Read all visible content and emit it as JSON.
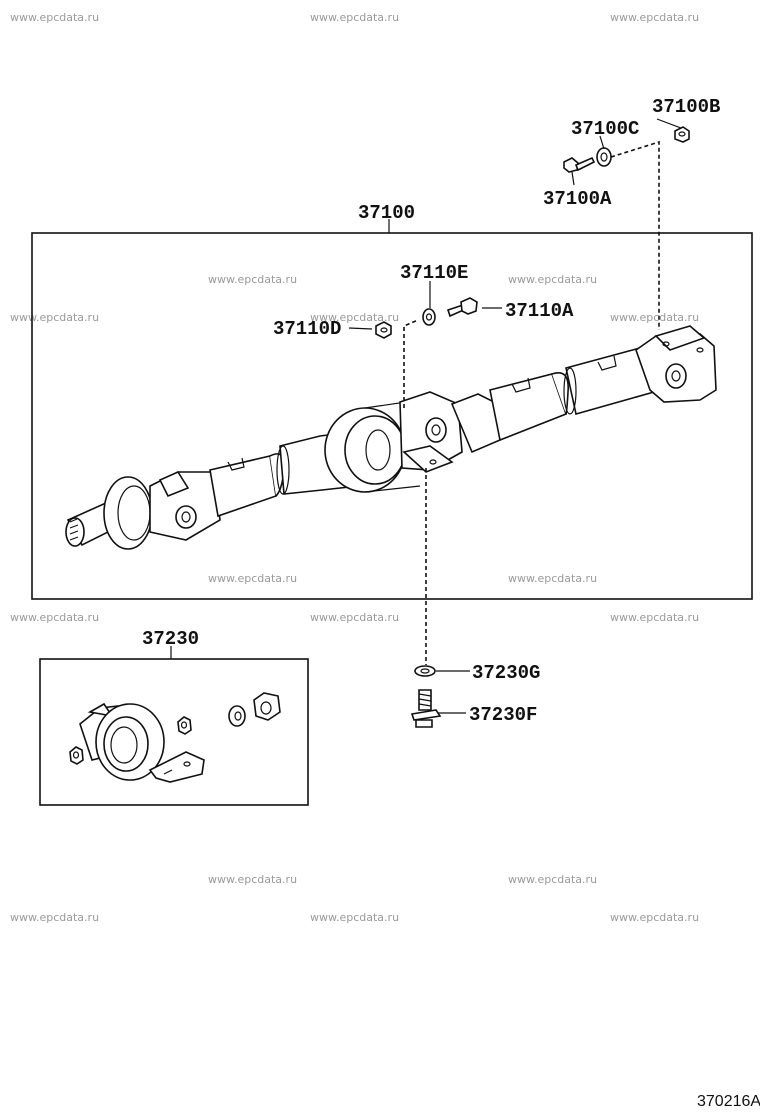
{
  "watermark": "www.epcdata.ru",
  "figure_code": "370216A",
  "parts": {
    "p37100B": "37100B",
    "p37100C": "37100C",
    "p37100A": "37100A",
    "p37100": "37100",
    "p37110E": "37110E",
    "p37110A": "37110A",
    "p37110D": "37110D",
    "p37230": "37230",
    "p37230G": "37230G",
    "p37230F": "37230F"
  }
}
